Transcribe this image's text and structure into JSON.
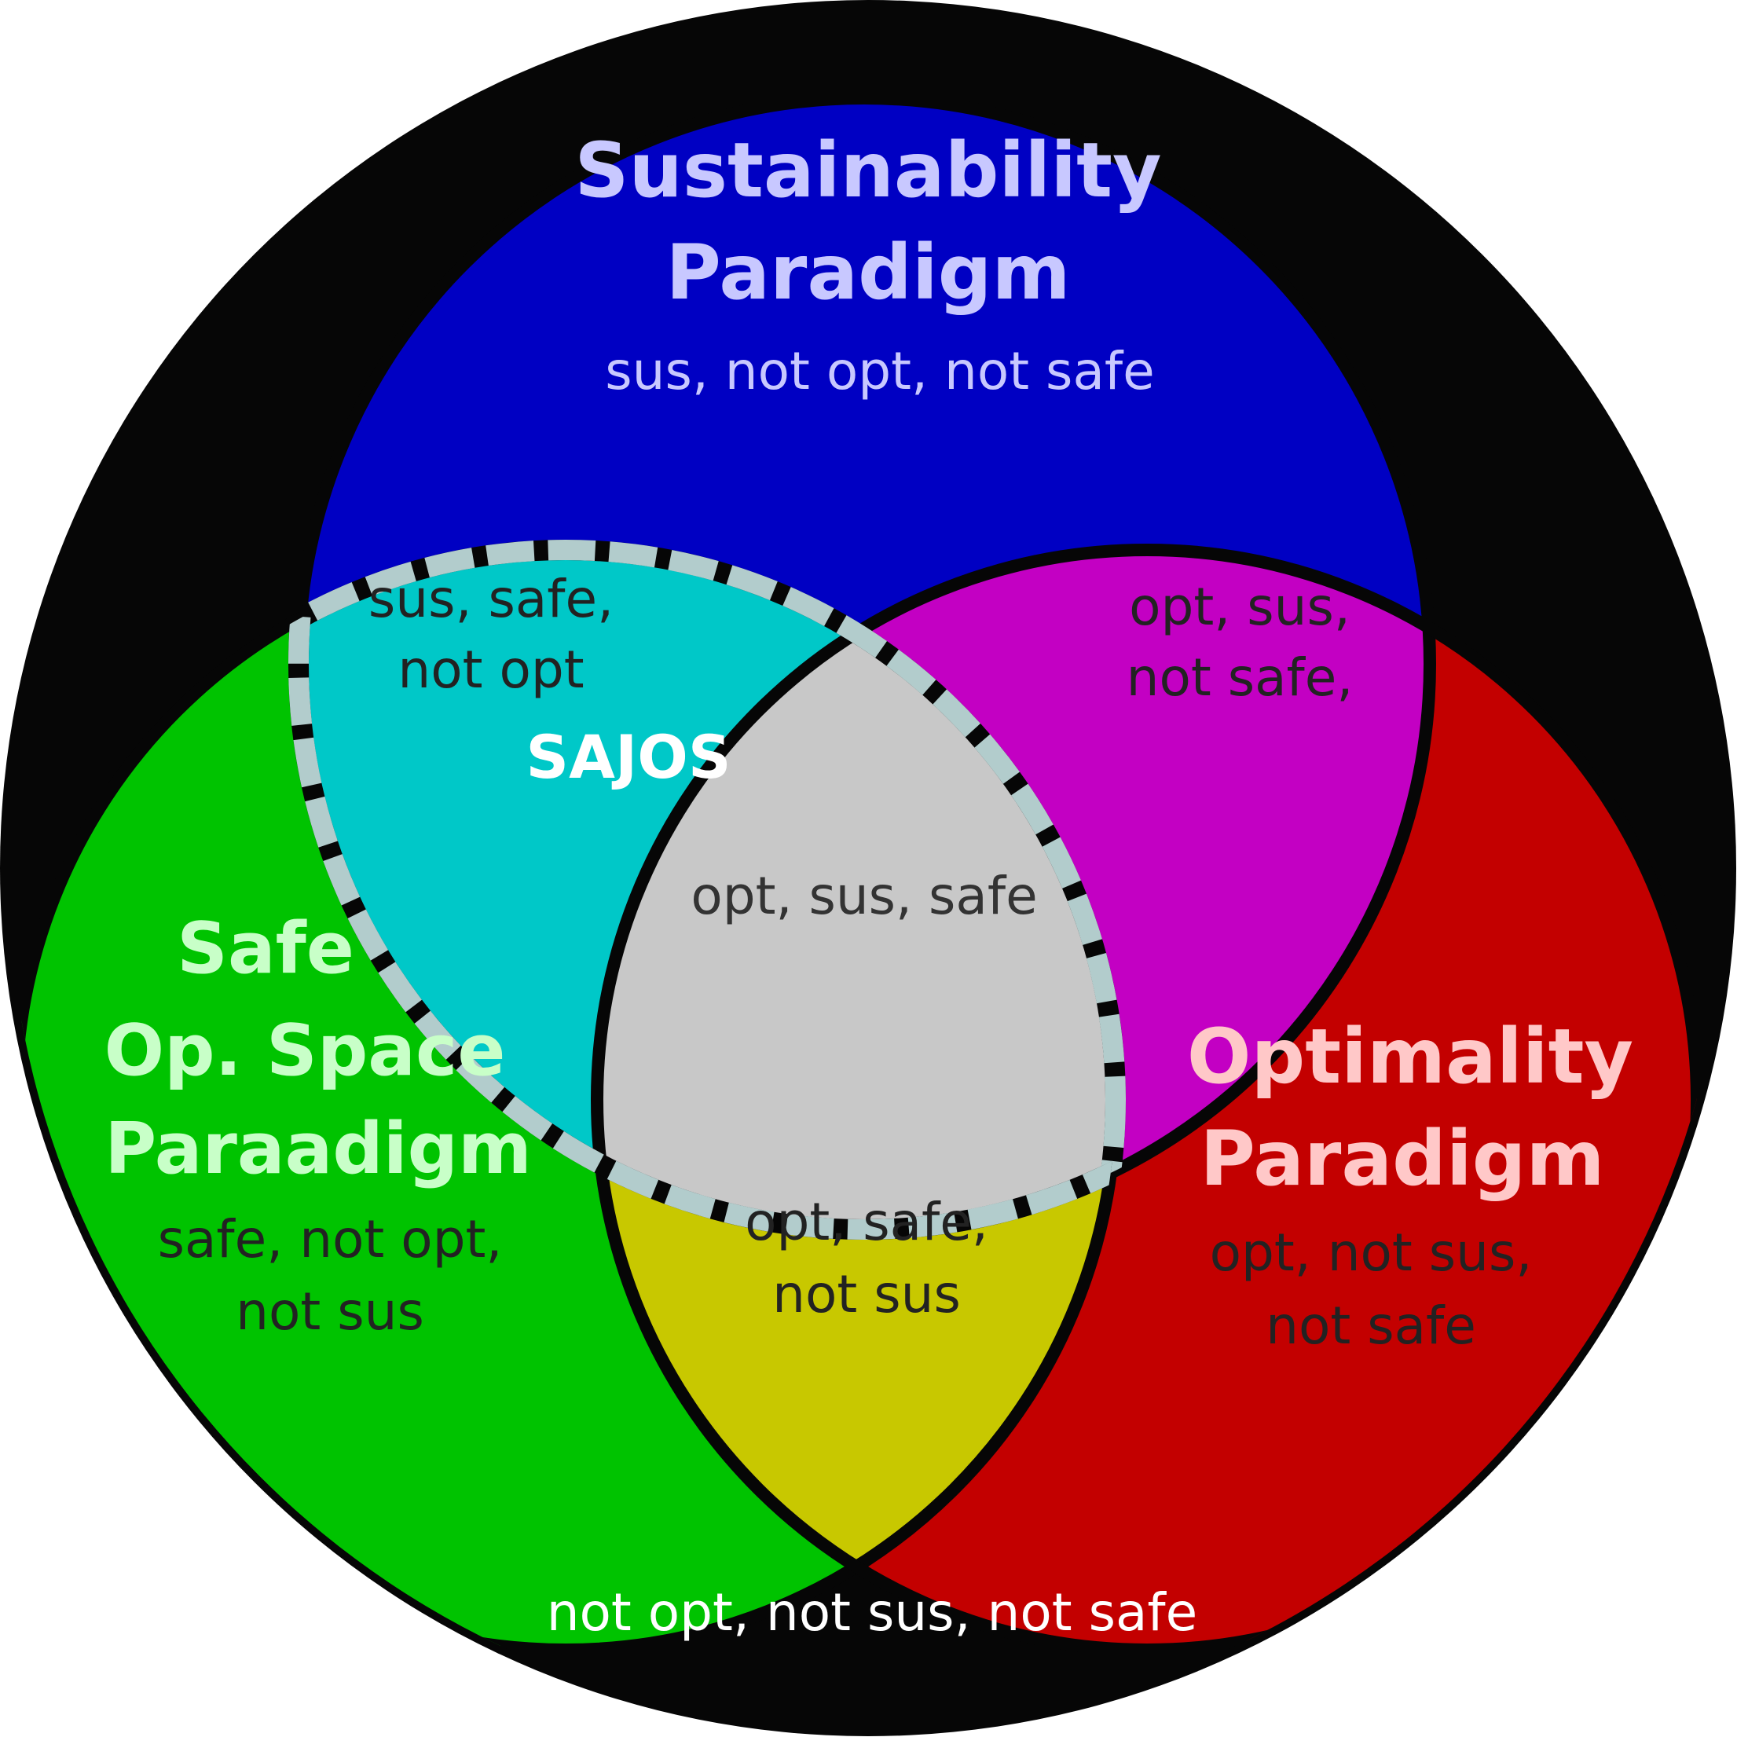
{
  "colors": {
    "background": "#060606",
    "sustainability": "#0000c3",
    "safe": "#00c300",
    "optimality": "#c30000",
    "sus_opt": "#c300c3",
    "sus_safe": "#00c8c8",
    "opt_safe": "#c8c800",
    "center": "#c8c8c8",
    "sajos_border": "#b2cccc",
    "sustainability_title": "#c8c8ff",
    "safe_title": "#c8ffc8",
    "optimality_title": "#ffc8c8",
    "dark_label": "#222222",
    "light_label": "#ffffff"
  },
  "sustainability": {
    "title_line1": "Sustainability",
    "title_line2": "Paradigm",
    "label": "sus, not opt, not safe"
  },
  "safe": {
    "title_line1": "Safe",
    "title_line2": "Op. Space",
    "title_line3": "Paraadigm",
    "label_line1": "safe, not opt,",
    "label_line2": "not sus"
  },
  "optimality": {
    "title_line1": "Optimality",
    "title_line2": "Paradigm",
    "label_line1": "opt, not sus,",
    "label_line2": "not safe"
  },
  "sus_safe": {
    "label_line1": "sus, safe,",
    "label_line2": "not opt"
  },
  "sus_opt": {
    "label_line1": "opt, sus,",
    "label_line2": "not safe,"
  },
  "opt_safe": {
    "label_line1": "opt, safe,",
    "label_line2": "not sus"
  },
  "center": {
    "label": "opt, sus, safe",
    "sajos": "SAJOS"
  },
  "outside": {
    "label": "not opt, not sus, not safe"
  }
}
